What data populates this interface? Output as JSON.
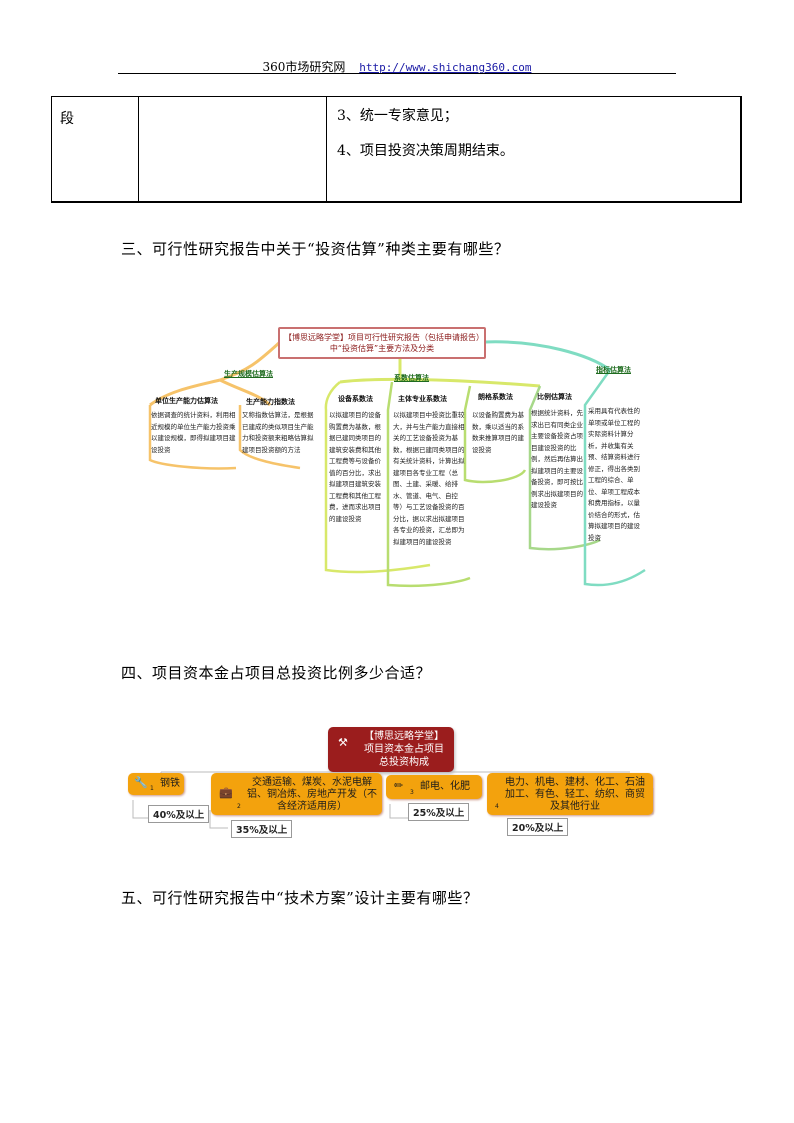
{
  "header": {
    "site": "360市场研究网",
    "url": "http://www.shichang360.com"
  },
  "table": {
    "col1": "段",
    "col3_lines": [
      "3、统一专家意见；",
      "4、项目投资决策周期结束。"
    ]
  },
  "questions": [
    "三、可行性研究报告中关于“投资估算”种类主要有哪些？",
    "四、项目资本金占项目总投资比例多少合适？",
    "五、可行性研究报告中“技术方案”设计主要有哪些？"
  ],
  "mindmap1": {
    "root": "【博思远略学堂】项目可行性研究报告（包括申请报告）中“投资估算”主要方法及分类",
    "branches": [
      "生产规模估算法",
      "系数估算法",
      "指标估算法"
    ],
    "nodes": [
      {
        "title": "单位生产能力估算法",
        "text": "依据调查的统计资料，利用相近规模的单位生产能力投资乘以建设规模，即得拟建项目建设投资"
      },
      {
        "title": "生产能力指数法",
        "text": "又称指数估算法，是根据已建成的类似项目生产能力和投资额来粗略估算拟建项目投资额的方法"
      },
      {
        "title": "设备系数法",
        "text": "以拟建项目的设备购置费为基数，根据已建同类项目的建筑安装费和其他工程费等与设备价值的百分比，求出拟建项目建筑安装工程费和其他工程费，进而求出项目的建设投资"
      },
      {
        "title": "主体专业系数法",
        "text": "以拟建项目中投资比重较大，并与生产能力直接相关的工艺设备投资为基数，根据已建同类项目的有关统计资料，计算出拟建项目各专业工程（总图、土建、采暖、给排水、管道、电气、自控等）与工艺设备投资的百分比，据以求出拟建项目各专业的投资，汇总即为拟建项目的建设投资"
      },
      {
        "title": "朗格系数法",
        "text": "以设备购置费为基数，乘以适当的系数来推算项目的建设投资"
      },
      {
        "title": "比例估算法",
        "text": "根据统计资料，先求出已有同类企业主要设备投资占项目建设投资的比例，然后再估算出拟建项目的主要设备投资，即可按比例求出拟建项目的建设投资"
      },
      {
        "title": "",
        "text": "采用具有代表性的单项或单位工程的实际资料计算分析，并收集有关预、结算资料进行修正，得出各类别工程的综合、单位、单项工程成本和费用指标，以量价结合的形式，估算拟建项目的建设投资"
      }
    ]
  },
  "mindmap2": {
    "root": "【博思远略学堂】项目资本金占项目总投资构成",
    "nodes": [
      {
        "num": "1",
        "label": "钢铁",
        "pct": "40%及以上"
      },
      {
        "num": "2",
        "label": "交通运输、煤炭、水泥电解铝、铜冶炼、房地产开发（不含经济适用房）",
        "pct": "35%及以上"
      },
      {
        "num": "3",
        "label": "邮电、化肥",
        "pct": "25%及以上"
      },
      {
        "num": "4",
        "label": "电力、机电、建材、化工、石油加工、有色、轻工、纺织、商贸及其他行业",
        "pct": "20%及以上"
      }
    ]
  },
  "colors": {
    "mm1_orange": "#f6c36a",
    "mm1_yellowgreen": "#d8e86a",
    "mm1_green": "#9bd18a",
    "mm1_teal": "#7fdcc2",
    "mm2_root": "#9b1d1d",
    "mm2_node": "#f3a20d"
  }
}
